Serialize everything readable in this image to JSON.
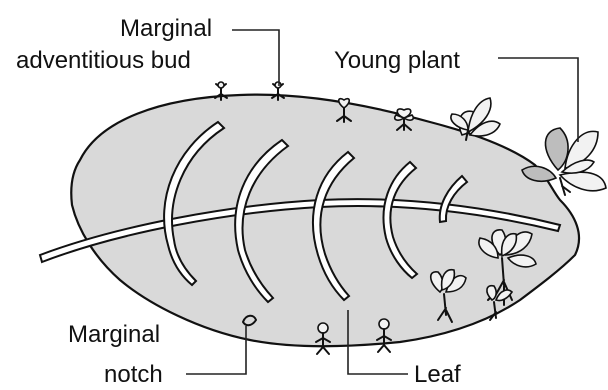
{
  "labels": {
    "marginal_bud_line1": "Marginal",
    "marginal_bud_line2": "adventitious bud",
    "young_plant": "Young plant",
    "marginal_notch_line1": "Marginal",
    "marginal_notch_line2": "notch",
    "leaf": "Leaf"
  }
}
